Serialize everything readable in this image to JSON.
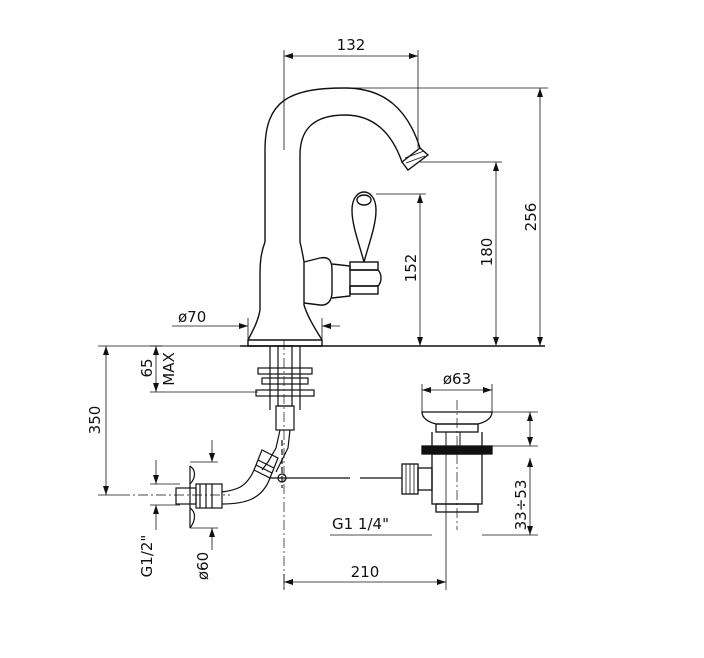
{
  "dimensions": {
    "width_top": "132",
    "height_total": "256",
    "height_spout": "180",
    "height_handle": "152",
    "base_diameter": "ø70",
    "under_counter_depth": "350",
    "deck_thickness_value": "65",
    "deck_thickness_qualifier": "MAX",
    "waste_diameter": "ø63",
    "waste_thread": "G1  1/4\"",
    "waste_height": "33÷53",
    "supply_thread": "G1/2\"",
    "rosette_diameter": "ø60",
    "rod_length": "210"
  }
}
